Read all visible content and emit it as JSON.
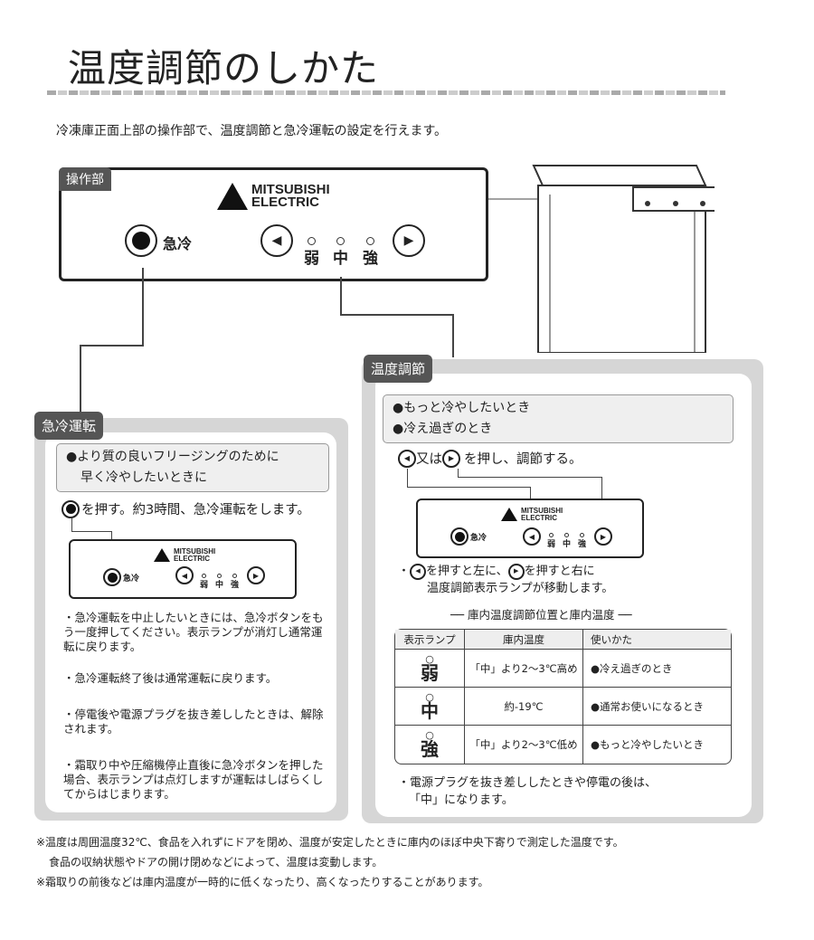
{
  "title": "温度調節のしかた",
  "lead": "冷凍庫正面上部の操作部で、温度調節と急冷運転の設定を行えます。",
  "panel": {
    "tag": "操作部",
    "brand1": "MITSUBISHI",
    "brand2": "ELECTRIC",
    "quick_label": "急冷",
    "lamps": [
      "弱",
      "中",
      "強"
    ]
  },
  "quick": {
    "tag": "急冷運転",
    "callout": [
      "●より質の良いフリージングのために",
      "早く冷やしたいときに"
    ],
    "instruction": "を押す。約3時間、急冷運転をします。",
    "notes": [
      "・急冷運転を中止したいときには、急冷ボタンをもう一度押してください。表示ランプが消灯し通常運転に戻ります。",
      "・急冷運転終了後は通常運転に戻ります。",
      "・停電後や電源プラグを抜き差ししたときは、解除されます。",
      "・霜取り中や圧縮機停止直後に急冷ボタンを押した場合、表示ランプは点灯しますが運転はしばらくしてからはじまります。"
    ]
  },
  "temp": {
    "tag": "温度調節",
    "callout": [
      "●もっと冷やしたいとき",
      "●冷え過ぎのとき"
    ],
    "instruction_mid": "又は",
    "instruction_end": "を押し、調節する。",
    "move_a": "を押すと左に、",
    "move_b": "を押すと右に",
    "move_c": "温度調節表示ランプが移動します。",
    "table_title": "── 庫内温度調節位置と庫内温度 ──",
    "headers": [
      "表示ランプ",
      "庫内温度",
      "使いかた"
    ],
    "rows": [
      {
        "lamp": "弱",
        "temp": "「中」より2～3℃高め",
        "use": "●冷え過ぎのとき"
      },
      {
        "lamp": "中",
        "temp": "約-19℃",
        "use": "●通常お使いになるとき"
      },
      {
        "lamp": "強",
        "temp": "「中」より2～3℃低め",
        "use": "●もっと冷やしたいとき"
      }
    ],
    "after": [
      "・電源プラグを抜き差ししたときや停電の後は、",
      "「中」になります。"
    ]
  },
  "footnotes": [
    "※温度は周囲温度32℃、食品を入れずにドアを閉め、温度が安定したときに庫内のほぼ中央下寄りで測定した温度です。",
    "食品の収納状態やドアの開け閉めなどによって、温度は変動します。",
    "※霜取りの前後などは庫内温度が一時的に低くなったり、高くなったりすることがあります。"
  ]
}
